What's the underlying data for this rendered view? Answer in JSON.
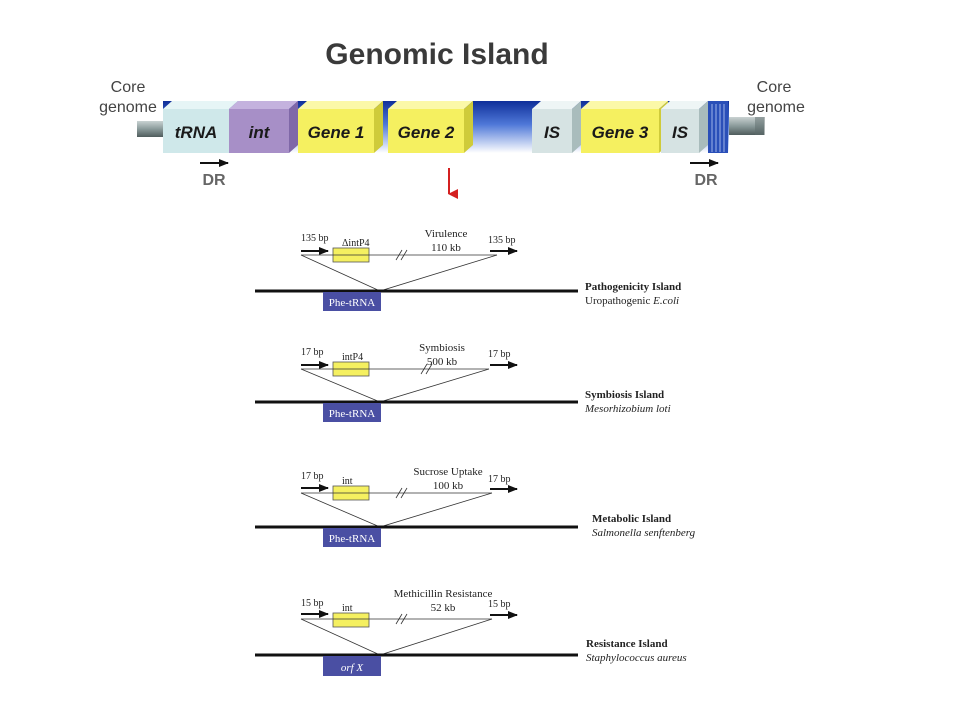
{
  "top": {
    "title": "Genomic Island",
    "core_left": [
      "Core",
      "genome"
    ],
    "core_right": [
      "Core",
      "genome"
    ],
    "dr_left": "DR",
    "dr_right": "DR",
    "segments": {
      "trna": "tRNA",
      "int": "int",
      "gene1": "Gene 1",
      "gene2": "Gene 2",
      "is1": "IS",
      "gene3": "Gene 3",
      "is2": "IS"
    }
  },
  "islands": [
    {
      "dr_left": "135 bp",
      "dr_right": "135 bp",
      "gene": "ΔintP4",
      "function_line1": "Virulence",
      "function_line2": "110 kb",
      "site": "Phe-tRNA",
      "island_name": "Pathogenicity Island",
      "organism_prefix": "Uropathogenic ",
      "organism_italic": "E.coli"
    },
    {
      "dr_left": "17 bp",
      "dr_right": "17 bp",
      "gene": "intP4",
      "function_line1": "Symbiosis",
      "function_line2": "500 kb",
      "site": "Phe-tRNA",
      "island_name": "Symbiosis Island",
      "organism_prefix": "",
      "organism_italic": "Mesorhizobium loti"
    },
    {
      "dr_left": "17 bp",
      "dr_right": "17 bp",
      "gene": "int",
      "function_line1": "Sucrose Uptake",
      "function_line2": "100 kb",
      "site": "Phe-tRNA",
      "island_name": "Metabolic Island",
      "organism_prefix": "",
      "organism_italic": "Salmonella senftenberg"
    },
    {
      "dr_left": "15 bp",
      "dr_right": "15 bp",
      "gene": "int",
      "function_line1": "Methicillin Resistance",
      "function_line2": "52 kb",
      "site": "orf X",
      "island_name": "Resistance Island",
      "organism_prefix": "",
      "organism_italic": "Staphylococcus aureus"
    }
  ],
  "colors": {
    "trna": "#cfe8ea",
    "int": "#a78fc7",
    "gene": "#f5f060",
    "is": "#d6e3e3",
    "island_band": "#1b3fa8",
    "core": "#8a9a9a",
    "site_box": "#4a4fa3",
    "arrow_red": "#d42020"
  }
}
